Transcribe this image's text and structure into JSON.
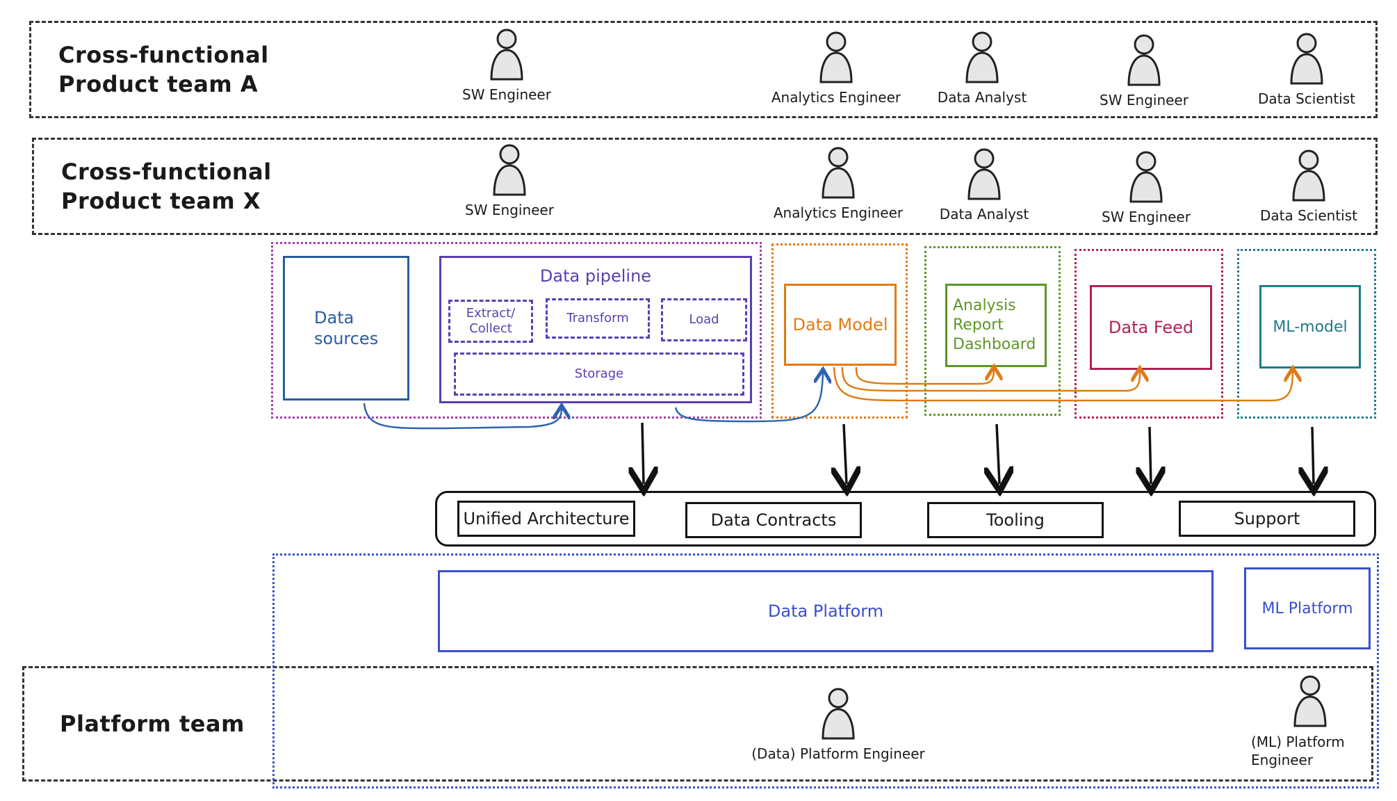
{
  "teams": {
    "team_a": {
      "title_line1": "Cross-functional",
      "title_line2": "Product team A",
      "members": [
        "SW Engineer",
        "Analytics Engineer",
        "Data Analyst",
        "SW Engineer",
        "Data Scientist"
      ]
    },
    "team_x": {
      "title_line1": "Cross-functional",
      "title_line2": "Product team X",
      "members": [
        "SW Engineer",
        "Analytics Engineer",
        "Data Analyst",
        "SW Engineer",
        "Data Scientist"
      ]
    },
    "platform": {
      "title": "Platform team",
      "members": [
        "(Data) Platform Engineer",
        "(ML) Platform Engineer"
      ]
    }
  },
  "components": {
    "data_sources": "Data sources",
    "pipeline": {
      "title": "Data pipeline",
      "extract": "Extract/ Collect",
      "transform": "Transform",
      "load": "Load",
      "storage": "Storage"
    },
    "data_model": "Data Model",
    "analysis": [
      "Analysis",
      "Report",
      "Dashboard"
    ],
    "data_feed": "Data Feed",
    "ml_model": "ML-model"
  },
  "enablers": [
    "Unified Architecture",
    "Data Contracts",
    "Tooling",
    "Support"
  ],
  "platforms": {
    "data_platform": "Data Platform",
    "ml_platform": "ML Platform"
  },
  "colors": {
    "dark": "#333333",
    "sources_blue": "#2a5d9f",
    "pipeline_purple": "#5a3fb0",
    "pipeline_group": "#a03ca8",
    "model_orange": "#e07b14",
    "analysis_green": "#5c9626",
    "feed_crimson": "#b0234f",
    "ml_teal": "#1f7a8c",
    "platform_blue": "#3a4fd0",
    "arrow_blue": "#2d64b0"
  }
}
